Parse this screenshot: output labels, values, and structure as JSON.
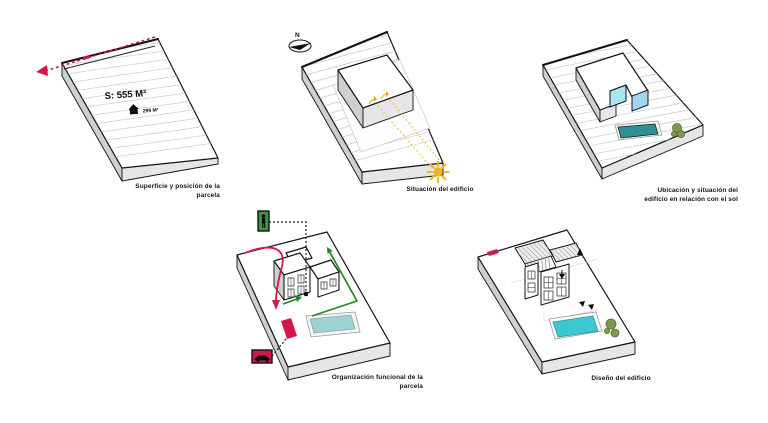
{
  "page": {
    "background": "#ffffff"
  },
  "colors": {
    "ink": "#141414",
    "contour": "#c6c6c6",
    "side-grey": "#cfcfcf",
    "side-light": "#e6e6e6",
    "red": "#d2174a",
    "green-box": "#3a9a35",
    "green-arrow": "#1f8a1f",
    "yellow": "#f0b429",
    "cyan-face": "#aee2f4",
    "cyan-face-dark": "#9fd8ee",
    "pool-teal": "#2e8f96",
    "pool-soft": "#9fd0d4",
    "pool-bright": "#3cc8d2",
    "tree-green": "#7d9a4d",
    "tree-dark": "#55703a"
  },
  "icons": {
    "north": "compass-rose",
    "sun": "sun",
    "pedestrian_access": "person",
    "vehicle_access": "car",
    "footprint": "house",
    "vegetation": "tree"
  },
  "diagram1": {
    "surface_label": "S: 555 M²",
    "footprint_label": "299 M²",
    "caption_line1": "Superficie y posición de la",
    "caption_line2": "parcela"
  },
  "diagram2": {
    "north_label": "N",
    "caption": "Situación del edificio"
  },
  "diagram3": {
    "caption_line1": "Ubicación y situación del",
    "caption_line2": "edificio en relación con el sol"
  },
  "diagram4": {
    "caption_line1": "Organización funcional de la",
    "caption_line2": "parcela"
  },
  "diagram5": {
    "caption": "Diseño del edificio"
  }
}
